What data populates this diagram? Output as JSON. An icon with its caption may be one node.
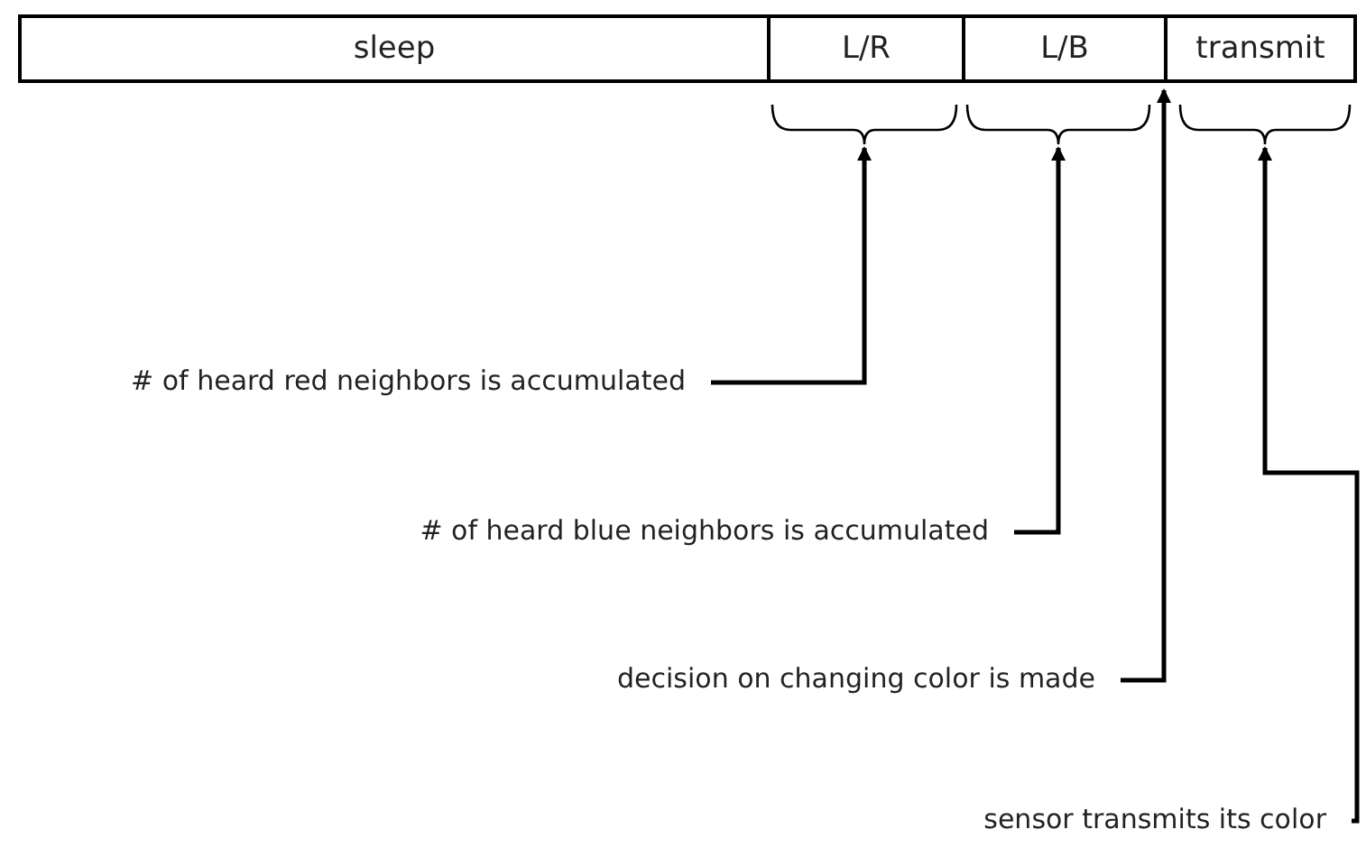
{
  "diagram": {
    "nodes": [
      {
        "text": [
          "sleep"
        ]
      },
      {
        "text": [
          "L/R"
        ]
      },
      {
        "text": [
          "L/B"
        ]
      },
      {
        "text": [
          "transmit"
        ]
      },
      {
        "text": [],
        "shape": "brace"
      },
      {
        "text": [],
        "shape": "brace"
      },
      {
        "text": [],
        "shape": "brace"
      },
      {
        "text": [
          "# of heard red neighbors is accumulated"
        ]
      },
      {
        "text": [
          "# of heard blue neighbors is accumulated"
        ]
      },
      {
        "text": [
          "decision on changing color is made"
        ]
      },
      {
        "text": [
          "sensor transmits its color"
        ]
      }
    ],
    "edges": [
      {
        "from": 7,
        "to": 4,
        "arrow": "to"
      },
      {
        "from": 8,
        "to": 5,
        "arrow": "to"
      },
      {
        "from": 9,
        "to": 3,
        "arrow": "to"
      },
      {
        "from": 10,
        "to": 6,
        "arrow": "to"
      }
    ]
  }
}
